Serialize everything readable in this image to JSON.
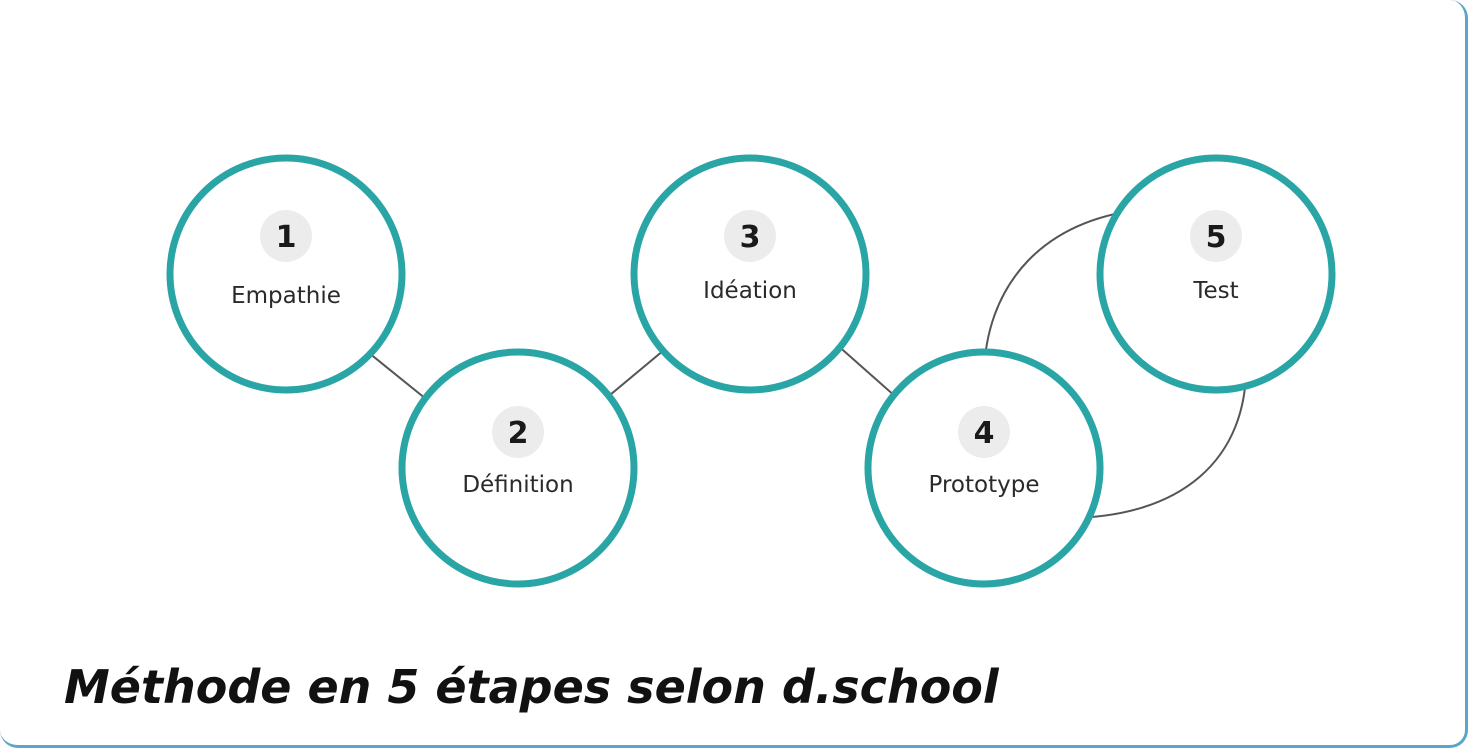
{
  "steps": [
    {
      "number": "1",
      "label": "Empathie"
    },
    {
      "number": "2",
      "label": "Définition"
    },
    {
      "number": "3",
      "label": "Idéation"
    },
    {
      "number": "4",
      "label": "Prototype"
    },
    {
      "number": "5",
      "label": "Test"
    }
  ],
  "caption": "Méthode en 5 étapes selon d.school",
  "colors": {
    "circle_stroke": "#2aa5a5",
    "badge_fill": "#ececec",
    "arrow": "#555555",
    "frame_border": "#5aa6c8"
  }
}
